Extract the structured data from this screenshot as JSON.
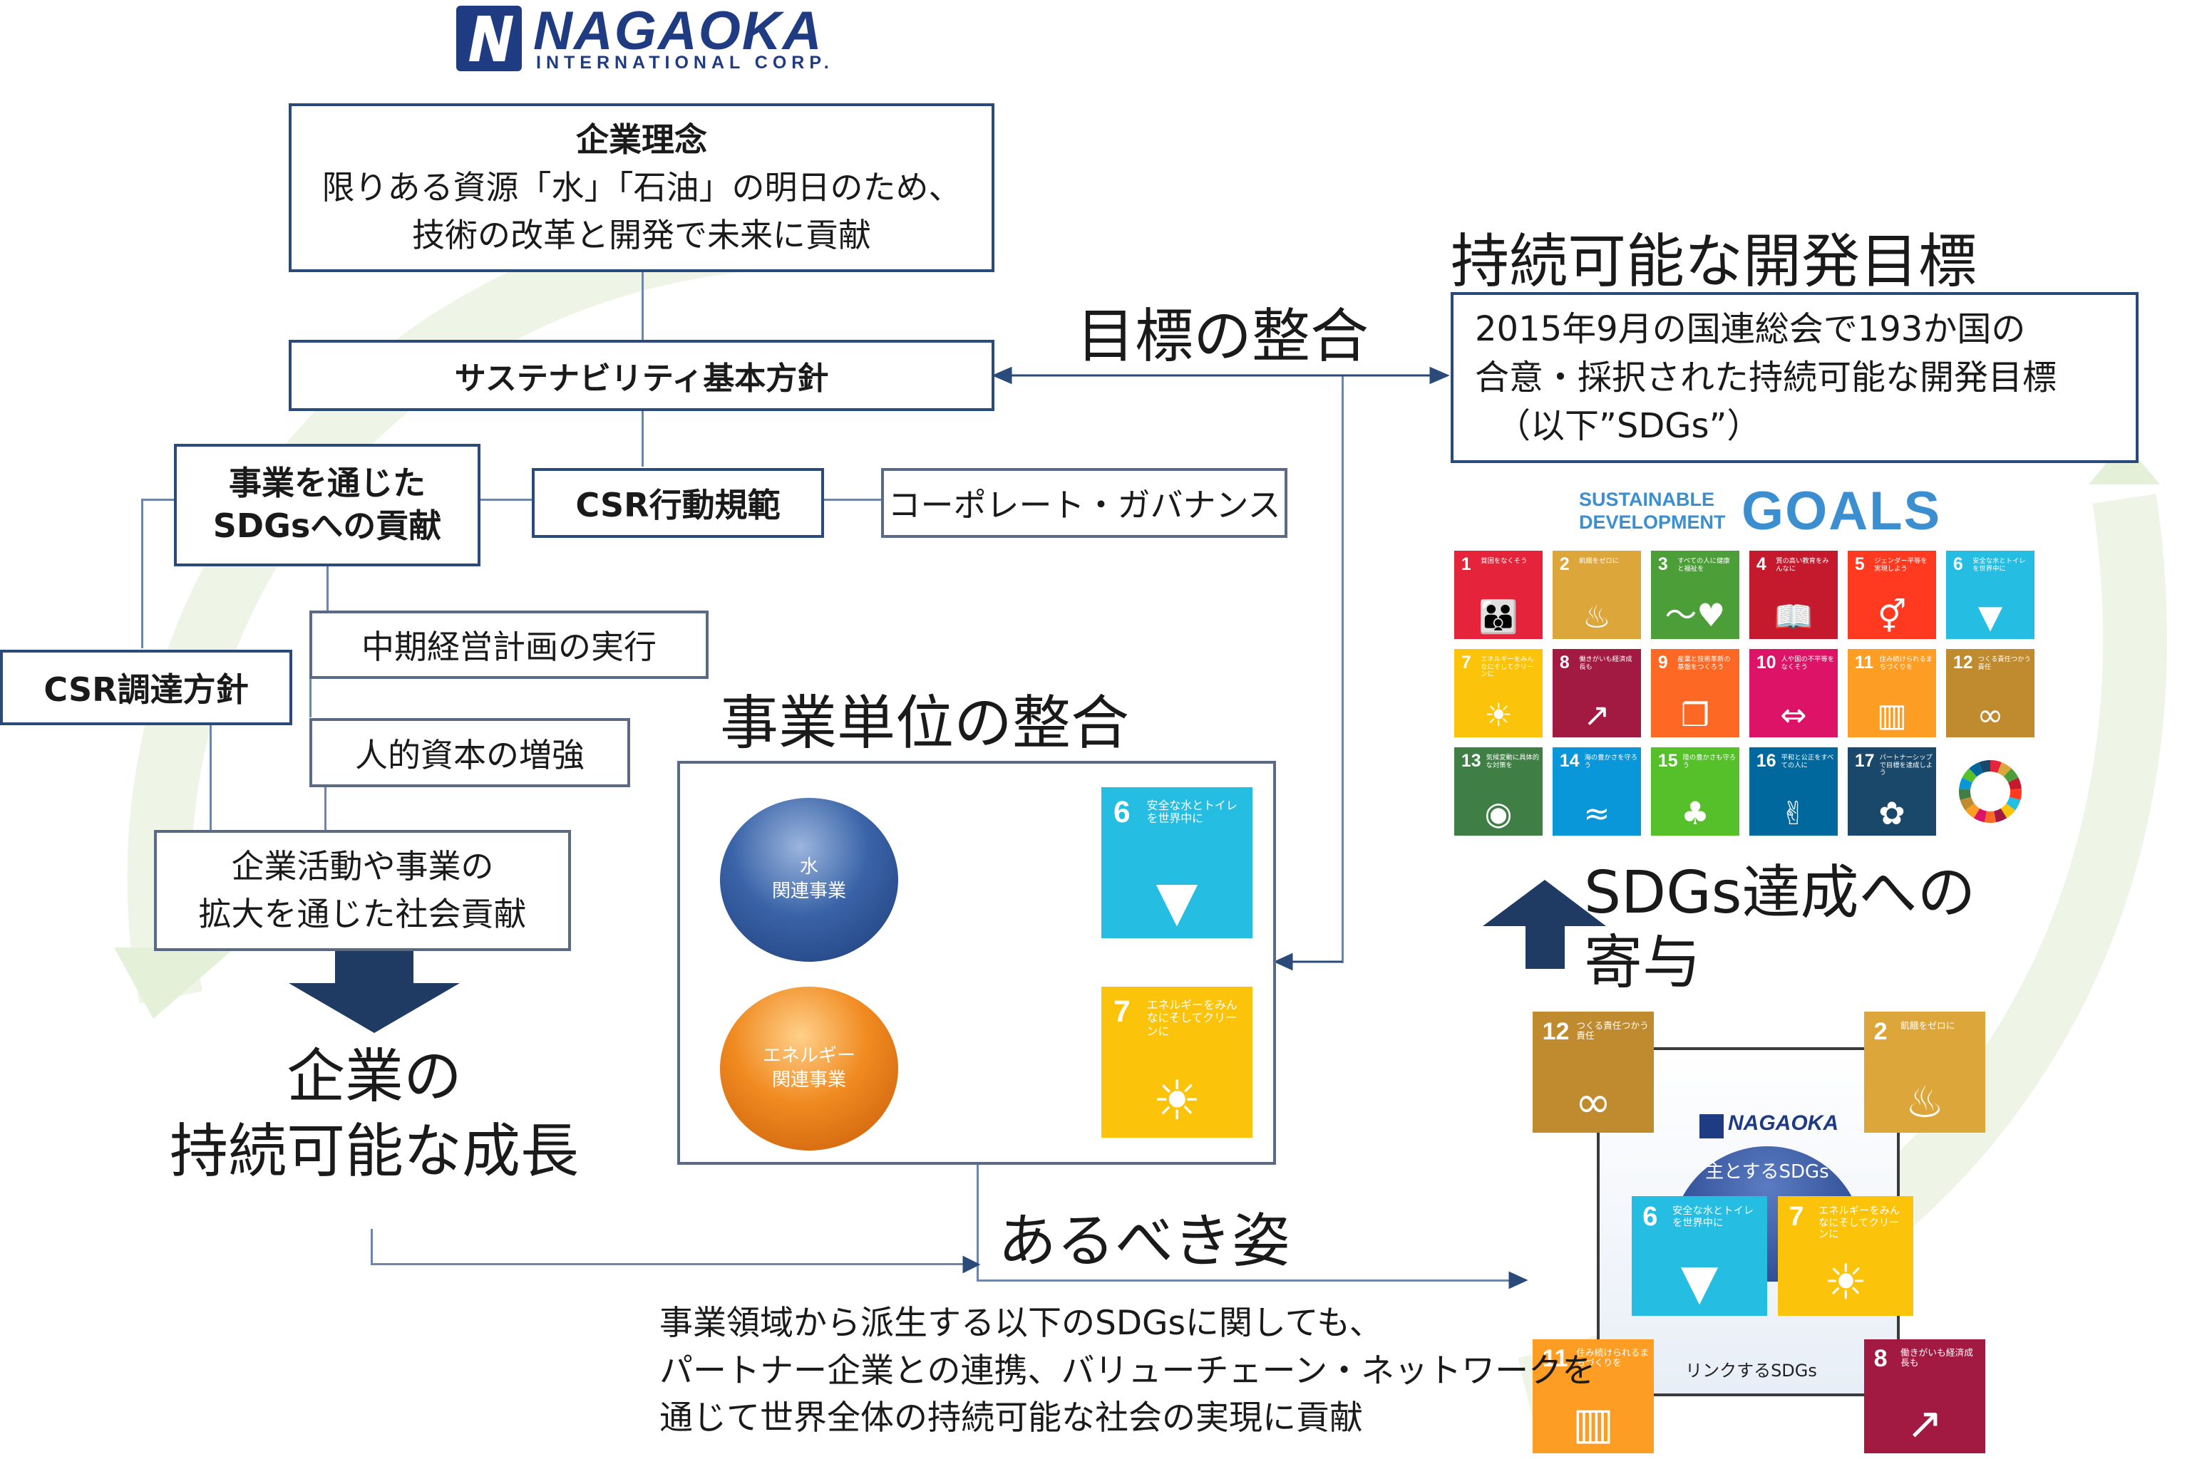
{
  "logo": {
    "name": "NAGAOKA",
    "sub": "INTERNATIONAL CORP."
  },
  "philosophy": {
    "title": "企業理念",
    "line1": "限りある資源「水」「石油」の明日のため、",
    "line2": "技術の改革と開発で未来に貢献"
  },
  "policy": {
    "title": "サステナビリティ基本方針"
  },
  "business_sdgs": {
    "line1": "事業を通じた",
    "line2": "SDGsへの貢献"
  },
  "csr_code": "CSR行動規範",
  "governance": "コーポレート・ガバナンス",
  "csr_procurement": "CSR調達方針",
  "midterm_plan": "中期経営計画の実行",
  "human_capital": "人的資本の増強",
  "social_contribution": {
    "line1": "企業活動や事業の",
    "line2": "拡大を通じた社会貢献"
  },
  "growth": {
    "line1": "企業の",
    "line2": "持続可能な成長"
  },
  "goal_alignment": "目標の整合",
  "unit_alignment": "事業単位の整合",
  "ideal": "あるべき姿",
  "contribution": {
    "line1": "SDGs達成への",
    "line2": "寄与"
  },
  "sdgs_header": {
    "title": "持続可能な開発目標",
    "line1": "2015年9月の国連総会で193か国の",
    "line2": "合意・採択された持続可能な開発目標",
    "line3": "（以下”SDGs”）"
  },
  "sdg_logo": {
    "line1": "SUSTAINABLE",
    "line2": "DEVELOPMENT",
    "goals": "GOALS"
  },
  "water_business": {
    "line1": "水",
    "line2": "関連事業"
  },
  "energy_business": {
    "line1": "エネルギー",
    "line2": "関連事業"
  },
  "main_sdgs": "主とするSDGs",
  "linked_sdgs": "リンクするSDGs",
  "bottom_text": {
    "line1": "事業領域から派生する以下のSDGsに関しても、",
    "line2": "パートナー企業との連携、バリューチェーン・ネットワークを",
    "line3": "通じて世界全体の持続可能な社会の実現に貢献"
  },
  "sdg_goals": [
    {
      "num": "1",
      "label": "貧困をなくそう",
      "color": "#e5243b",
      "icon": "family-icon"
    },
    {
      "num": "2",
      "label": "飢餓をゼロに",
      "color": "#dda63a",
      "icon": "bowl-icon"
    },
    {
      "num": "3",
      "label": "すべての人に健康と福祉を",
      "color": "#4c9f38",
      "icon": "heartbeat-icon"
    },
    {
      "num": "4",
      "label": "質の高い教育をみんなに",
      "color": "#c5192d",
      "icon": "book-icon"
    },
    {
      "num": "5",
      "label": "ジェンダー平等を実現しよう",
      "color": "#ff3a21",
      "icon": "gender-icon"
    },
    {
      "num": "6",
      "label": "安全な水とトイレを世界中に",
      "color": "#26bde2",
      "icon": "water-drop-icon"
    },
    {
      "num": "7",
      "label": "エネルギーをみんなにそしてクリーンに",
      "color": "#fcc30b",
      "icon": "power-sun-icon"
    },
    {
      "num": "8",
      "label": "働きがいも経済成長も",
      "color": "#a21942",
      "icon": "growth-chart-icon"
    },
    {
      "num": "9",
      "label": "産業と技術革新の基盤をつくろう",
      "color": "#fd6925",
      "icon": "cubes-icon"
    },
    {
      "num": "10",
      "label": "人や国の不平等をなくそう",
      "color": "#dd1367",
      "icon": "equality-icon"
    },
    {
      "num": "11",
      "label": "住み続けられるまちづくりを",
      "color": "#fd9d24",
      "icon": "city-icon"
    },
    {
      "num": "12",
      "label": "つくる責任つかう責任",
      "color": "#bf8b2e",
      "icon": "infinity-icon"
    },
    {
      "num": "13",
      "label": "気候変動に具体的な対策を",
      "color": "#3f7e44",
      "icon": "eye-globe-icon"
    },
    {
      "num": "14",
      "label": "海の豊かさを守ろう",
      "color": "#0a97d9",
      "icon": "fish-icon"
    },
    {
      "num": "15",
      "label": "陸の豊かさも守ろう",
      "color": "#56c02b",
      "icon": "tree-icon"
    },
    {
      "num": "16",
      "label": "平和と公正をすべての人に",
      "color": "#00689d",
      "icon": "dove-icon"
    },
    {
      "num": "17",
      "label": "パートナーシップで目標を達成しよう",
      "color": "#19486a",
      "icon": "flower-icon"
    }
  ]
}
